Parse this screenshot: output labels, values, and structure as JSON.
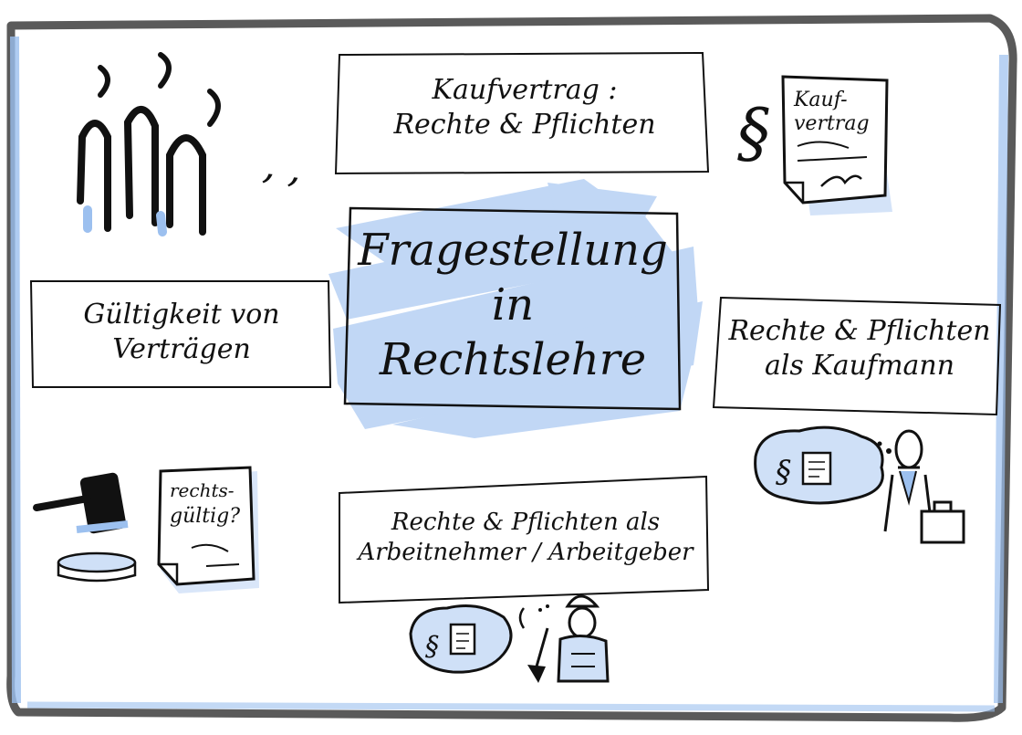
{
  "diagram": {
    "center": {
      "lines": [
        "Fragestellung",
        "in",
        "Rechtslehre"
      ]
    },
    "topics": [
      {
        "id": "kaufvertrag",
        "lines": [
          "Kaufvertrag :",
          "Rechte & Pflichten"
        ]
      },
      {
        "id": "gueltigkeit",
        "lines": [
          "Gültigkeit von",
          "Verträgen"
        ]
      },
      {
        "id": "kaufmann",
        "lines": [
          "Rechte & Pflichten",
          "als Kaufmann"
        ]
      },
      {
        "id": "arbeitnehmer",
        "lines": [
          "Rechte & Pflichten als",
          "Arbeitnehmer / Arbeitgeber"
        ]
      }
    ],
    "document_label": [
      "Kauf-",
      "vertrag"
    ],
    "rechtsgueltig_label": [
      "rechts-",
      "gültig?"
    ],
    "paragraph_symbol": "§",
    "question_quote": ", ,",
    "icons": [
      "people-group-icon",
      "paragraph-symbol-icon",
      "contract-document-icon",
      "judge-gavel-icon",
      "question-document-icon",
      "businessman-thought-bubble-icon",
      "briefcase-icon",
      "worker-thought-bubble-icon",
      "shovel-icon"
    ],
    "colors": {
      "ink": "#111111",
      "highlight": "#8fb8ee",
      "frame": "#4a4a4a"
    }
  }
}
